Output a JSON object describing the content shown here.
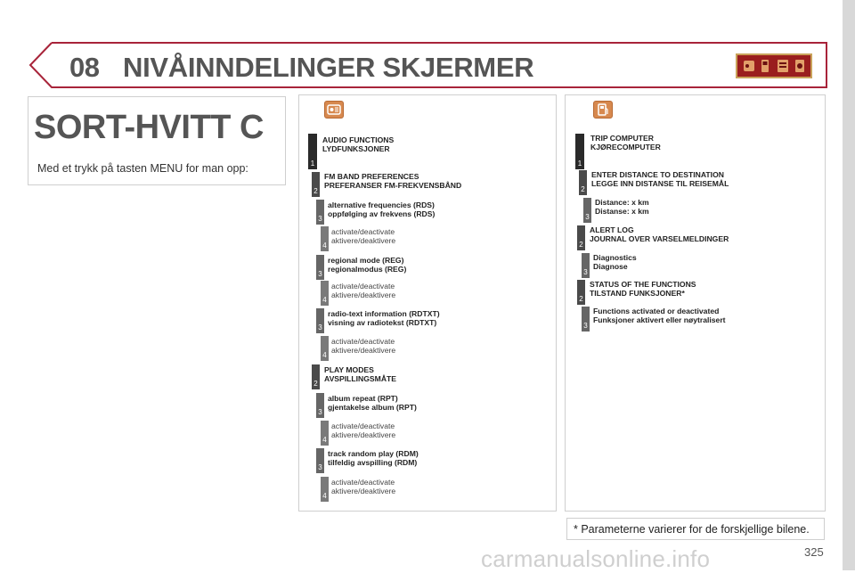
{
  "header": {
    "chapter": "08",
    "title": "NIVÅINNDELINGER SKJERMER",
    "icons": [
      "radio-icon",
      "fuel-icon",
      "phone-icon",
      "settings-icon"
    ],
    "accent_color": "#a8243a"
  },
  "intro": {
    "heading": "SORT-HVITT C",
    "text": "Med et trykk på tasten MENU for man opp:"
  },
  "middle_column": {
    "icon": "radio-icon",
    "items": [
      {
        "level": "1",
        "lines": [
          "AUDIO FUNCTIONS",
          "LYDFUNKSJONER"
        ],
        "bold": true
      },
      {
        "level": "2",
        "lines": [
          "FM BAND PREFERENCES",
          "PREFERANSER FM-FREKVENSBÅND"
        ],
        "bold": true
      },
      {
        "level": "3",
        "lines": [
          "alternative frequencies (RDS)",
          "oppfølging av frekvens (RDS)"
        ],
        "bold": true
      },
      {
        "level": "4",
        "lines": [
          "activate/deactivate",
          "aktivere/deaktivere"
        ],
        "bold": false
      },
      {
        "level": "3",
        "lines": [
          "regional mode (REG)",
          "regionalmodus (REG)"
        ],
        "bold": true
      },
      {
        "level": "4",
        "lines": [
          "activate/deactivate",
          "aktivere/deaktivere"
        ],
        "bold": false
      },
      {
        "level": "3",
        "lines": [
          "radio-text information (RDTXT)",
          "visning av radiotekst (RDTXT)"
        ],
        "bold": true
      },
      {
        "level": "4",
        "lines": [
          "activate/deactivate",
          "aktivere/deaktivere"
        ],
        "bold": false
      },
      {
        "level": "2",
        "lines": [
          "PLAY MODES",
          "AVSPILLINGSMÅTE"
        ],
        "bold": true
      },
      {
        "level": "3",
        "lines": [
          "album repeat (RPT)",
          "gjentakelse album (RPT)"
        ],
        "bold": true
      },
      {
        "level": "4",
        "lines": [
          "activate/deactivate",
          "aktivere/deaktivere"
        ],
        "bold": false
      },
      {
        "level": "3",
        "lines": [
          "track random play (RDM)",
          "tilfeldig avspilling (RDM)"
        ],
        "bold": true
      },
      {
        "level": "4",
        "lines": [
          "activate/deactivate",
          "aktivere/deaktivere"
        ],
        "bold": false
      }
    ]
  },
  "right_column": {
    "icon": "fuel-icon",
    "items": [
      {
        "level": "1",
        "lines": [
          "TRIP COMPUTER",
          "KJØRECOMPUTER"
        ],
        "bold": true
      },
      {
        "level": "2",
        "lines": [
          "ENTER DISTANCE TO DESTINATION",
          "LEGGE INN DISTANSE TIL REISEMÅL"
        ],
        "bold": true
      },
      {
        "level": "3",
        "lines": [
          "Distance: x km",
          "Distanse: x km"
        ],
        "bold": true
      },
      {
        "level": "2",
        "lines": [
          "ALERT LOG",
          "JOURNAL OVER VARSELMELDINGER"
        ],
        "bold": true
      },
      {
        "level": "3",
        "lines": [
          "Diagnostics",
          "Diagnose"
        ],
        "bold": true
      },
      {
        "level": "2",
        "lines": [
          "STATUS OF THE FUNCTIONS",
          "TILSTAND FUNKSJONER*"
        ],
        "bold": true
      },
      {
        "level": "3",
        "lines": [
          "Functions activated or deactivated",
          "Funksjoner aktivert eller nøytralisert"
        ],
        "bold": true
      }
    ]
  },
  "footnote": "* Parameterne varierer for de forskjellige bilene.",
  "page_number": "325",
  "watermark": "carmanualsonline.info"
}
